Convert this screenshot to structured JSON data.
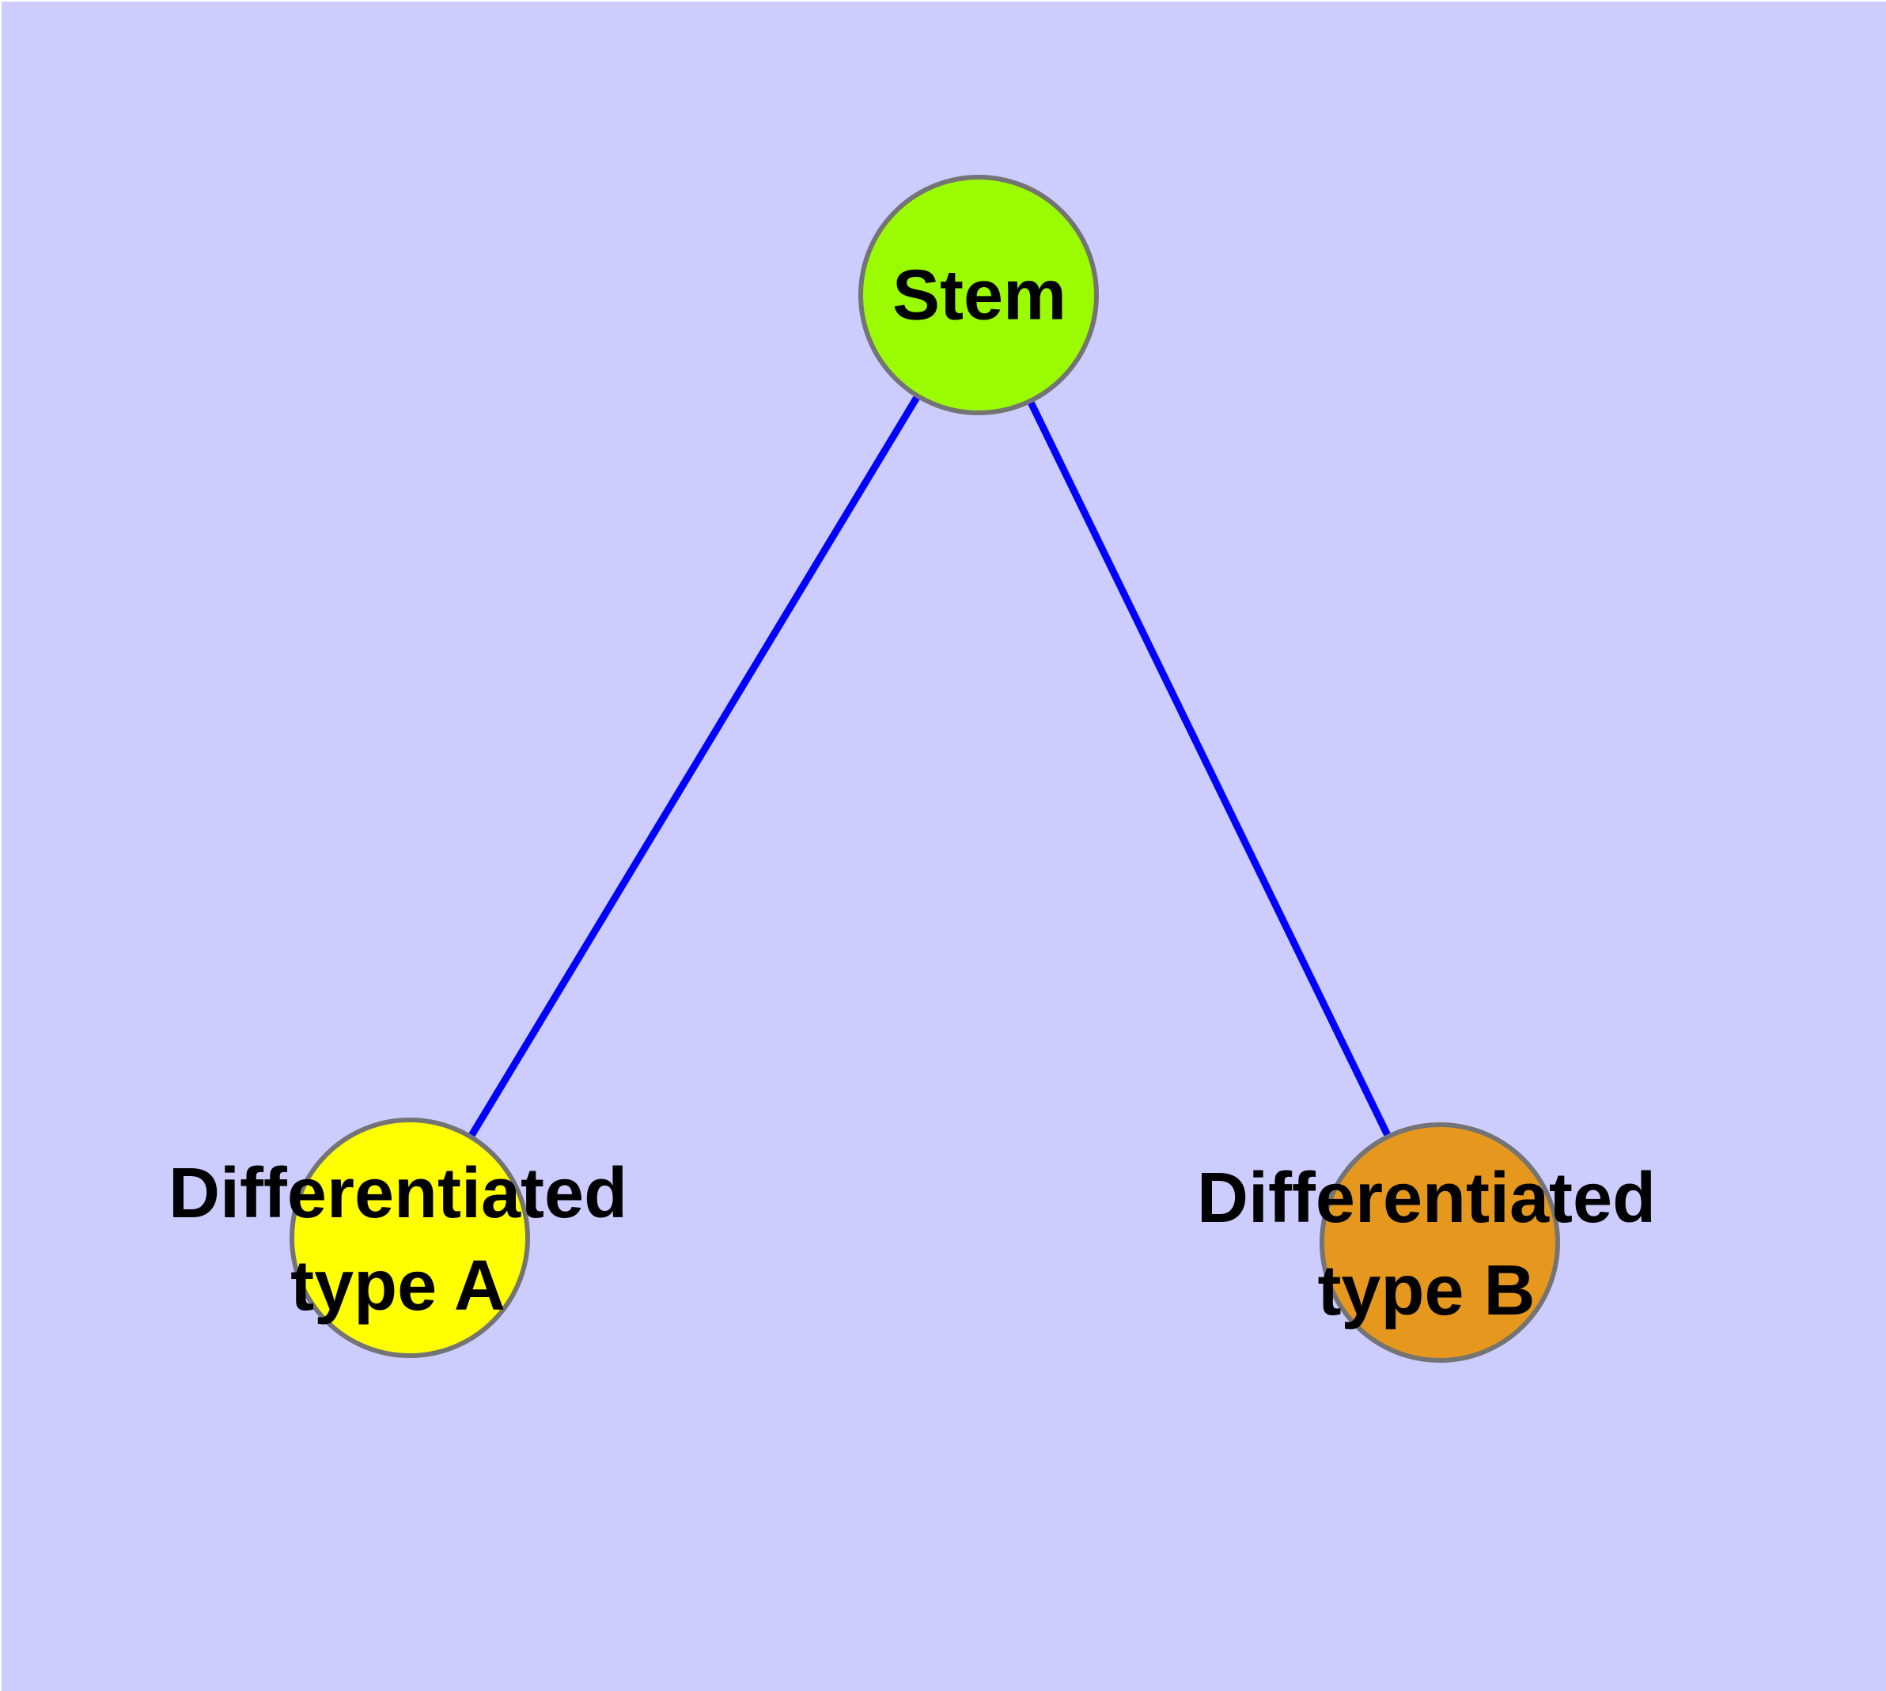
{
  "diagram": {
    "type": "graph",
    "description": "Stem cell differentiation graph with one stem node linked to two differentiated cell-type nodes",
    "colors": {
      "plot_background": "#CCCCFF",
      "page_margin": "#FFFFFF",
      "edge": "#0000FF",
      "node_border": "#747474",
      "label_text": "#000000"
    },
    "nodes": [
      {
        "id": "stem",
        "label": "Stem",
        "label_lines": [
          "Stem"
        ],
        "fill": "#9BFB00",
        "shape": "circle"
      },
      {
        "id": "differentiated-type-a",
        "label": "Differentiated type A",
        "line1": "Differentiated",
        "line2": "type A",
        "fill": "#FFFF00",
        "shape": "circle"
      },
      {
        "id": "differentiated-type-b",
        "label": "Differentiated type B",
        "line1": "Differentiated",
        "line2": "type B",
        "fill": "#E5981D",
        "shape": "circle"
      }
    ],
    "edges": [
      {
        "from": "stem",
        "to": "differentiated-type-a"
      },
      {
        "from": "stem",
        "to": "differentiated-type-b"
      }
    ]
  }
}
